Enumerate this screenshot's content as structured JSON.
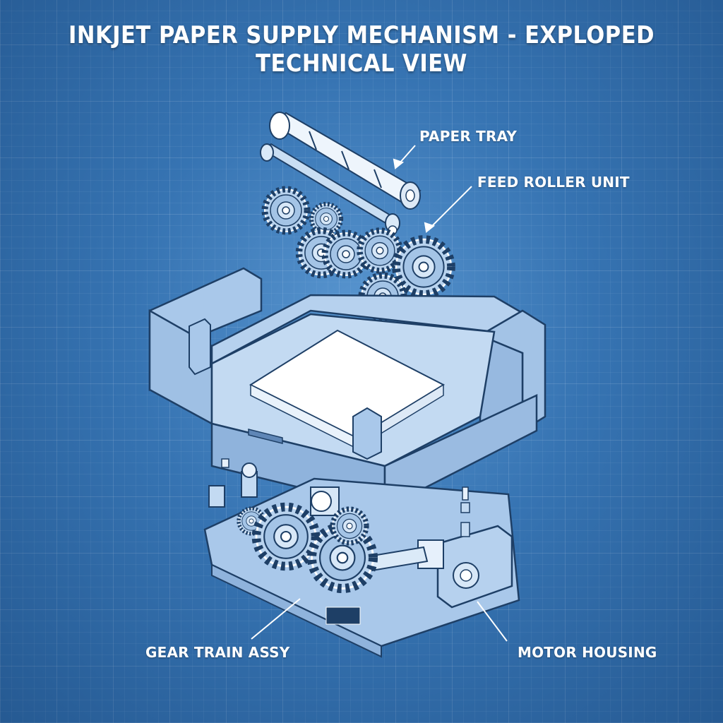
{
  "title": "INKJET PAPER SUPPLY MECHANISM - EXPLOPED TECHNICAL VIEW",
  "labels": {
    "paper_tray": "PAPER TRAY",
    "feed_roller_unit": "FEED ROLLER UNIT",
    "gear_train_assy": "GEAR TRAIN ASSY",
    "motor_housing": "MOTOR HOUSING"
  },
  "colors": {
    "background": "#3472b0",
    "line": "#ffffff",
    "part_fill": "#a9c8ea",
    "paper_fill": "#ffffff"
  }
}
